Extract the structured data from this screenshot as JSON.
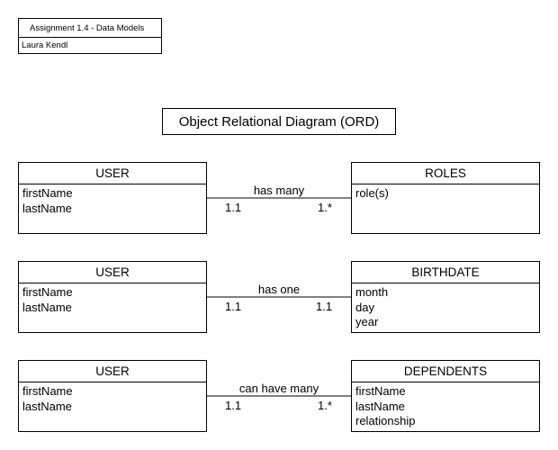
{
  "header": {
    "assignment": "Assignment 1.4 - Data Models",
    "author": "Laura Kendl"
  },
  "diagram_title": "Object Relational Diagram (ORD)",
  "relationships": [
    {
      "left": {
        "title": "USER",
        "attributes": [
          "firstName",
          "lastName"
        ]
      },
      "label": "has many",
      "left_multiplicity": "1.1",
      "right_multiplicity": "1.*",
      "right": {
        "title": "ROLES",
        "attributes": [
          "role(s)"
        ]
      }
    },
    {
      "left": {
        "title": "USER",
        "attributes": [
          "firstName",
          "lastName"
        ]
      },
      "label": "has one",
      "left_multiplicity": "1.1",
      "right_multiplicity": "1.1",
      "right": {
        "title": "BIRTHDATE",
        "attributes": [
          "month",
          "day",
          "year"
        ]
      }
    },
    {
      "left": {
        "title": "USER",
        "attributes": [
          "firstName",
          "lastName"
        ]
      },
      "label": "can have many",
      "left_multiplicity": "1.1",
      "right_multiplicity": "1.*",
      "right": {
        "title": "DEPENDENTS",
        "attributes": [
          "firstName",
          "lastName",
          "relationship"
        ]
      }
    }
  ]
}
